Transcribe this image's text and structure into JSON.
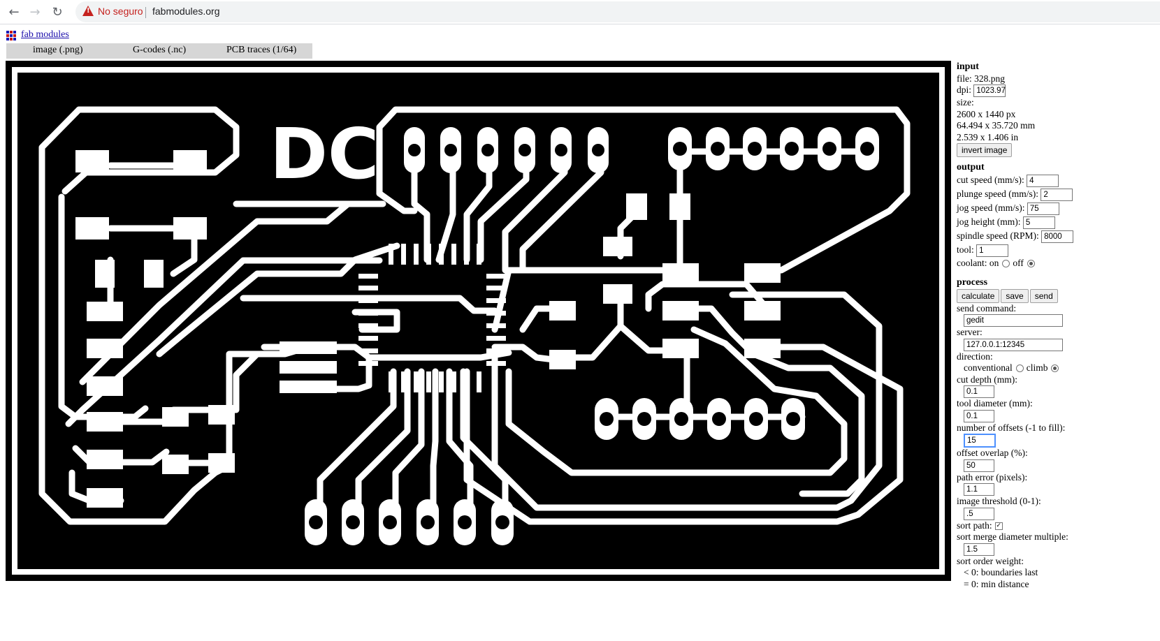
{
  "browser": {
    "security_label": "No seguro",
    "url": "fabmodules.org"
  },
  "header": {
    "app_link": "fab modules",
    "menus": [
      "image (.png)",
      "G-codes (.nc)",
      "PCB traces (1/64)"
    ]
  },
  "board": {
    "label": "DC"
  },
  "panel": {
    "input": {
      "title": "input",
      "file": "file: 328.png",
      "dpi_label": "dpi:",
      "dpi": "1023.97",
      "size_label": "size:",
      "size_px": "2600 x 1440 px",
      "size_mm": "64.494 x 35.720 mm",
      "size_in": "2.539 x 1.406 in",
      "invert_button": "invert image"
    },
    "output": {
      "title": "output",
      "cut_speed_label": "cut speed (mm/s):",
      "cut_speed": "4",
      "plunge_speed_label": "plunge speed (mm/s):",
      "plunge_speed": "2",
      "jog_speed_label": "jog speed (mm/s):",
      "jog_speed": "75",
      "jog_height_label": "jog height (mm):",
      "jog_height": "5",
      "spindle_label": "spindle speed (RPM):",
      "spindle": "8000",
      "tool_label": "tool:",
      "tool": "1",
      "coolant_label": "coolant: on",
      "coolant_off_label": "off",
      "coolant": "off"
    },
    "process": {
      "title": "process",
      "calculate_button": "calculate",
      "save_button": "save",
      "send_button": "send",
      "send_command_label": "send command:",
      "send_command": "gedit",
      "server_label": "server:",
      "server": "127.0.0.1:12345",
      "direction_label": "direction:",
      "conventional_label": "conventional",
      "climb_label": "climb",
      "direction": "climb",
      "cut_depth_label": "cut depth (mm):",
      "cut_depth": "0.1",
      "tool_diameter_label": "tool diameter (mm):",
      "tool_diameter": "0.1",
      "offsets_label": "number of offsets (-1 to fill):",
      "offsets": "15",
      "overlap_label": "offset overlap (%):",
      "overlap": "50",
      "path_error_label": "path error (pixels):",
      "path_error": "1.1",
      "threshold_label": "image threshold (0-1):",
      "threshold": ".5",
      "sort_path_label": "sort path:",
      "sort_path": true,
      "merge_label": "sort merge diameter multiple:",
      "merge": "1.5",
      "sort_weight_label": "sort order weight:",
      "sort_weight_note1": "< 0: boundaries last",
      "sort_weight_note2": "= 0: min distance"
    }
  }
}
